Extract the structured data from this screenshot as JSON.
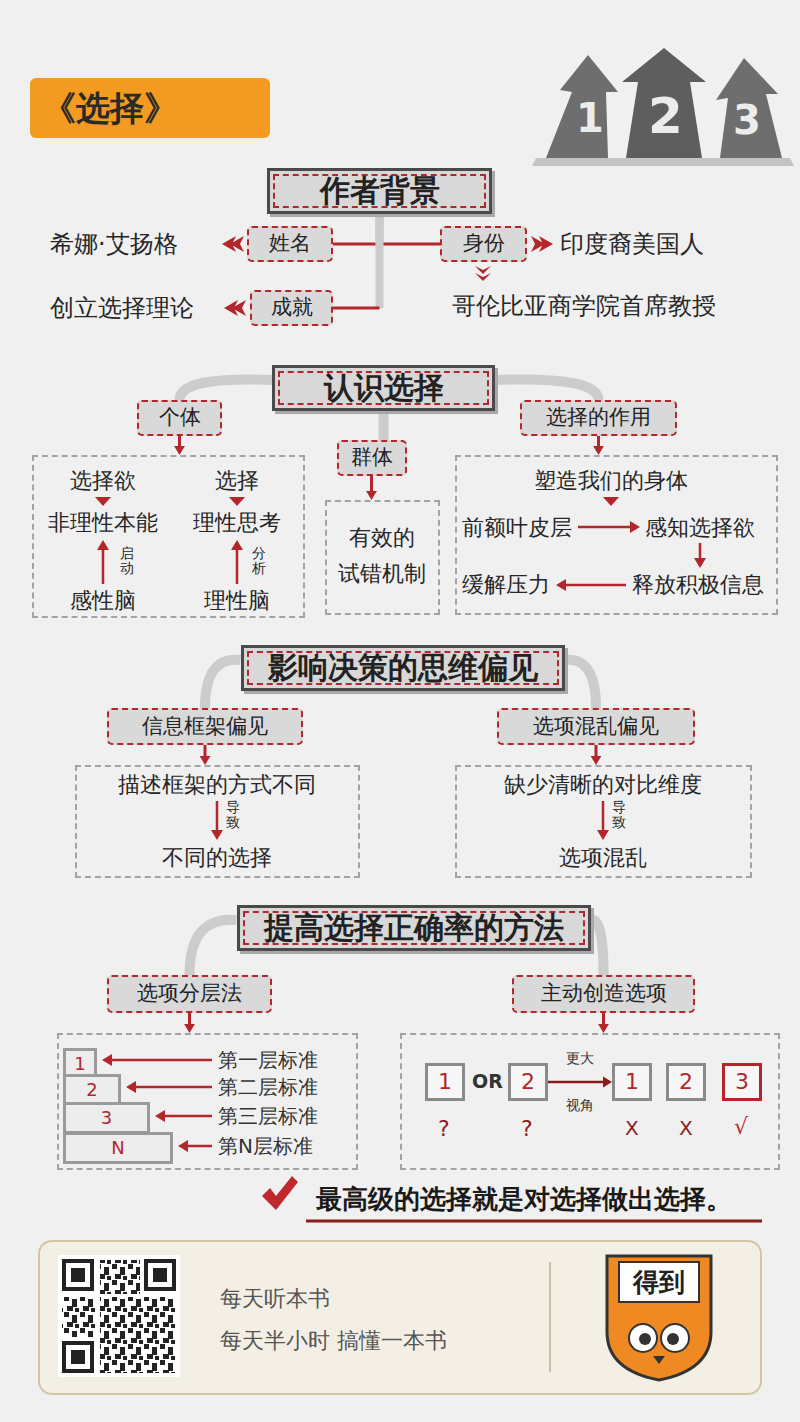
{
  "diagram": {
    "title": "《选择》",
    "caption": "最高级的选择就是对选择做出选择。",
    "nodes": [
      {
        "text": [
          "作者背景"
        ]
      },
      {
        "text": [
          "姓名"
        ]
      },
      {
        "text": [
          "身份"
        ]
      },
      {
        "text": [
          "成就"
        ]
      },
      {
        "text": [
          "认识选择"
        ]
      },
      {
        "text": [
          "个体"
        ]
      },
      {
        "text": [
          "群体"
        ]
      },
      {
        "text": [
          "选择的作用"
        ]
      },
      {
        "text": [
          "选择欲",
          "选择",
          "非理性本能",
          "理性思考",
          "启动",
          "分析",
          "感性脑",
          "理性脑"
        ]
      },
      {
        "text": [
          "有效的 试错机制"
        ]
      },
      {
        "text": [
          "塑造我们的身体",
          "前额叶皮层",
          "感知选择欲",
          "缓解压力",
          "释放积极信息"
        ]
      },
      {
        "text": [
          "影响决策的思维偏见"
        ]
      },
      {
        "text": [
          "信息框架偏见"
        ]
      },
      {
        "text": [
          "选项混乱偏见"
        ]
      },
      {
        "text": [
          "描述框架的方式不同",
          "导致",
          "不同的选择"
        ]
      },
      {
        "text": [
          "缺少清晰的对比维度",
          "导致",
          "选项混乱"
        ]
      },
      {
        "text": [
          "提高选择正确率的方法"
        ]
      },
      {
        "text": [
          "选项分层法"
        ]
      },
      {
        "text": [
          "主动创造选项"
        ]
      },
      {
        "text": [
          "第一层标准",
          "第二层标准",
          "第三层标准",
          "第N层标准"
        ]
      },
      {
        "text": [
          "1"
        ],
        "in": 19
      },
      {
        "text": [
          "2"
        ],
        "in": 19
      },
      {
        "text": [
          "3"
        ],
        "in": 19
      },
      {
        "text": [
          "N"
        ],
        "in": 19
      },
      {
        "text": [
          "OR",
          "更大",
          "视角",
          "?",
          "?",
          "X",
          "X",
          "√"
        ]
      },
      {
        "text": [
          "1"
        ],
        "in": 24
      },
      {
        "text": [
          "2"
        ],
        "in": 24
      },
      {
        "text": [
          "1"
        ],
        "in": 24
      },
      {
        "text": [
          "2"
        ],
        "in": 24
      },
      {
        "text": [
          "3"
        ],
        "in": 24
      },
      {
        "text": [
          "每天听本书",
          "每天半小时 搞懂一本书"
        ]
      },
      {
        "text": [
          "得到"
        ],
        "in": 30
      }
    ],
    "edges": [
      {
        "from": 0,
        "to": 1,
        "arrow": "none"
      },
      {
        "from": 0,
        "to": 2,
        "arrow": "none"
      },
      {
        "from": 0,
        "to": 3,
        "arrow": "none"
      },
      {
        "from": 4,
        "to": 5,
        "arrow": "none"
      },
      {
        "from": 4,
        "to": 6,
        "arrow": "none"
      },
      {
        "from": 4,
        "to": 7,
        "arrow": "none"
      },
      {
        "from": 5,
        "to": 8,
        "arrow": "to"
      },
      {
        "from": 6,
        "to": 9,
        "arrow": "to"
      },
      {
        "from": 7,
        "to": 10,
        "arrow": "to"
      },
      {
        "from": 11,
        "to": 12,
        "arrow": "none"
      },
      {
        "from": 11,
        "to": 13,
        "arrow": "none"
      },
      {
        "from": 12,
        "to": 14,
        "arrow": "to"
      },
      {
        "from": 13,
        "to": 15,
        "arrow": "to"
      },
      {
        "from": 16,
        "to": 17,
        "arrow": "none"
      },
      {
        "from": 16,
        "to": 18,
        "arrow": "none"
      },
      {
        "from": 17,
        "to": 19,
        "arrow": "to"
      },
      {
        "from": 18,
        "to": 24,
        "arrow": "to"
      },
      {
        "from": 26,
        "to": 27,
        "arrow": "to"
      }
    ],
    "labels": [
      "1",
      "2",
      "3",
      "希娜·艾扬格",
      "印度裔美国人",
      "哥伦比亚商学院首席教授",
      "创立选择理论"
    ]
  }
}
